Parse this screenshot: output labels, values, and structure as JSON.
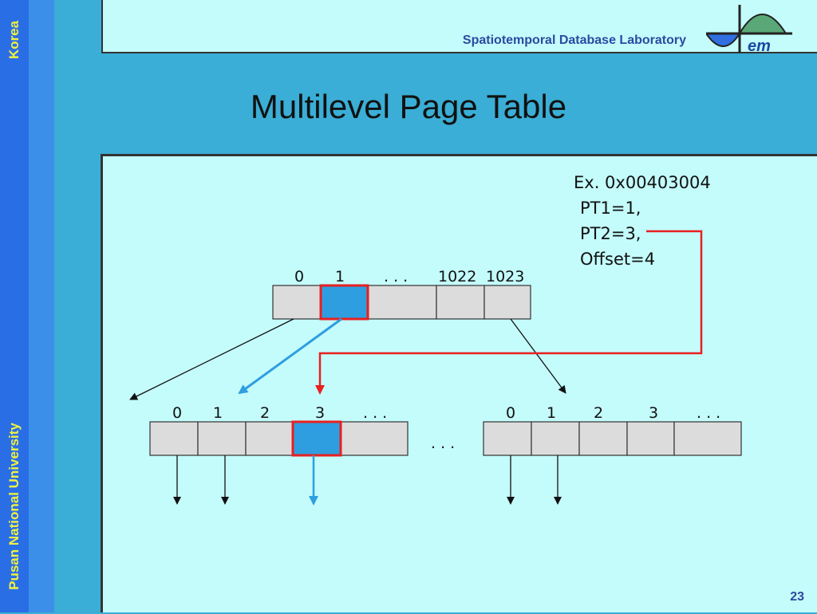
{
  "sidebar": {
    "top_text": "Korea",
    "bottom_text": "Pusan National University"
  },
  "header": {
    "lab_name": "Spatiotemporal Database Laboratory",
    "logo_text": "em"
  },
  "slide": {
    "title": "Multilevel Page Table",
    "page_number": "23"
  },
  "example": {
    "line1": "Ex. 0x00403004",
    "line2": "PT1=1,",
    "line3": "PT2=3,",
    "line4": "Offset=4"
  },
  "top_table": {
    "indices": [
      "0",
      "1",
      ". . .",
      "1022",
      "1023"
    ],
    "highlighted_index": 1
  },
  "left_table": {
    "indices": [
      "0",
      "1",
      "2",
      "3",
      ". . ."
    ],
    "highlighted_index": 3
  },
  "right_table": {
    "indices": [
      "0",
      "1",
      "2",
      "3",
      ". . ."
    ]
  },
  "middle_ellipsis": ". . .",
  "colors": {
    "background": "#3aaed6",
    "panel": "#c4fbfb",
    "cell": "#dcdcdc",
    "highlight_fill": "#2f9ee0",
    "highlight_border": "#e82020",
    "pointer_blue": "#2f9ee0",
    "text_yellow": "#f0f040"
  }
}
